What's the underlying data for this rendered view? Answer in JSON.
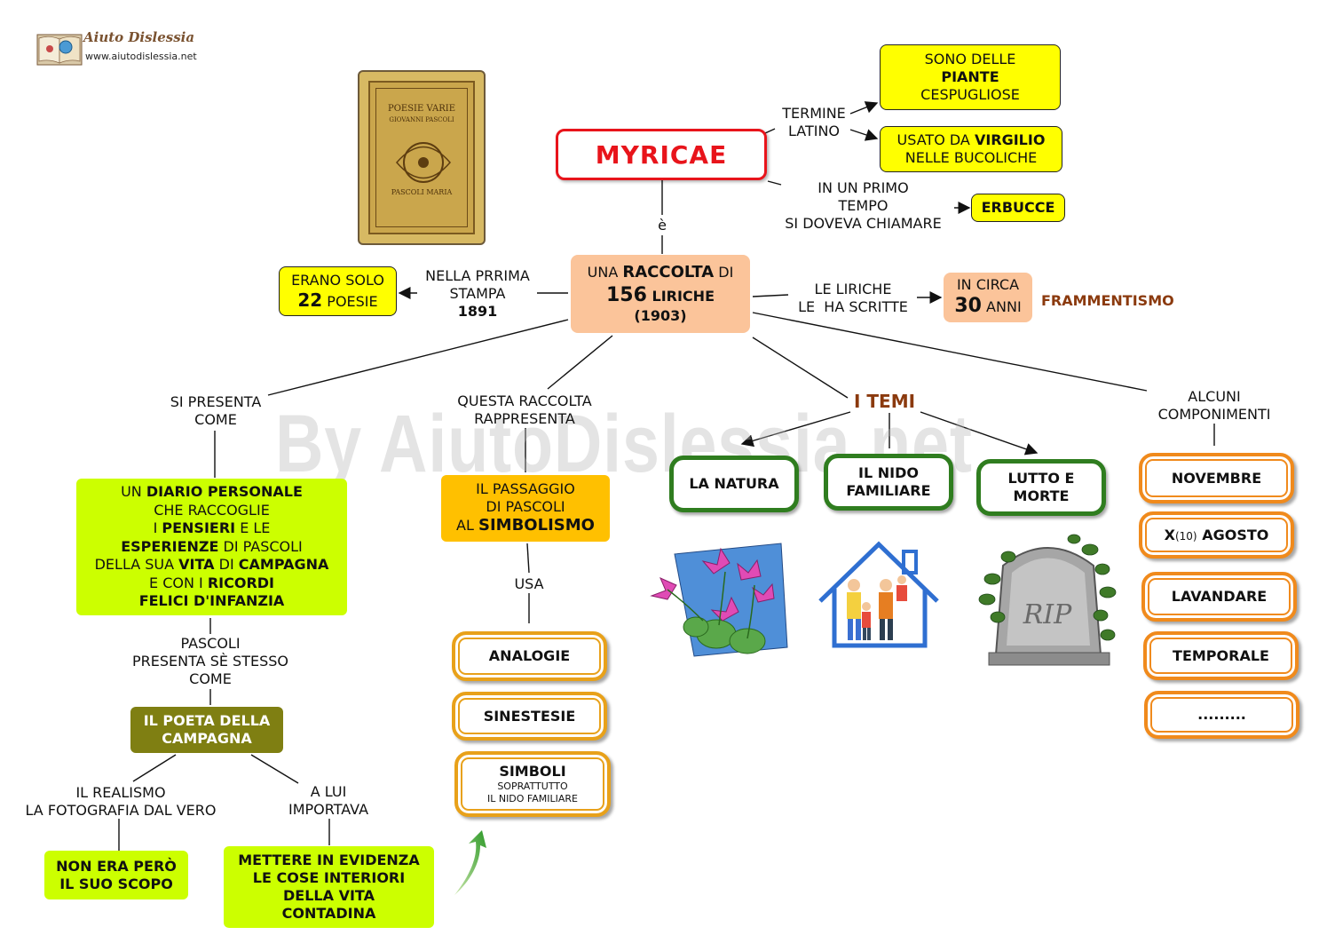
{
  "logo": {
    "brand": "Aiuto Dislessia",
    "url": "www.aiutodislessia.net"
  },
  "watermark": "By AiutoDislessia.net",
  "book_cover": {
    "title_line1": "POESIE VARIE",
    "title_line2": "GIOVANNI PASCOLI",
    "title_line3": "PASCOLI MARIA"
  },
  "title": "MYRICAE",
  "termine_latino": {
    "label_line1": "TERMINE",
    "label_line2": "LATINO"
  },
  "piante": {
    "line1": "SONO DELLE",
    "line2": "PIANTE",
    "line3": "CESPUGLIOSE"
  },
  "virgilio": {
    "pre": "USATO DA ",
    "bold": "VIRGILIO",
    "line2": "NELLE BUCOLICHE"
  },
  "primo_tempo": {
    "line1": "IN UN PRIMO",
    "line2": "TEMPO",
    "line3": "SI DOVEVA CHIAMARE"
  },
  "erbucce": "ERBUCCE",
  "e_label": "è",
  "raccolta": {
    "pre": "UNA ",
    "bold": "RACCOLTA",
    "post": " DI",
    "number": "156",
    "liriche": " LIRICHE",
    "year": "(1903)"
  },
  "prima_stampa": {
    "line1": "NELLA PRRIMA",
    "line2": "STAMPA",
    "line3": "1891"
  },
  "erano_solo": {
    "line1": "ERANO SOLO",
    "number": "22",
    "word": " POESIE"
  },
  "le_liriche": {
    "line1": "LE LIRICHE",
    "line2": "LE  HA SCRITTE"
  },
  "in_circa": {
    "line1": "IN CIRCA",
    "number": "30",
    "word": " ANNI"
  },
  "frammentismo": "FRAMMENTISMO",
  "si_presenta": {
    "line1": "SI PRESENTA",
    "line2": "COME"
  },
  "diario": {
    "l1_pre": "UN ",
    "l1_bold": "DIARIO PERSONALE",
    "l2": "CHE RACCOGLIE",
    "l3_pre": "I ",
    "l3_bold": "PENSIERI",
    "l3_post": " E LE",
    "l4_bold": "ESPERIENZE",
    "l4_post": " DI PASCOLI",
    "l5_pre": "DELLA SUA ",
    "l5_b1": "VITA",
    "l5_mid": " DI ",
    "l5_b2": "CAMPAGNA",
    "l6_pre": "E CON I ",
    "l6_bold": "RICORDI",
    "l7_bold": "FELICI D'INFANZIA"
  },
  "pascoli_presenta": {
    "line1": "PASCOLI",
    "line2": "PRESENTA SÈ STESSO",
    "line3": "COME"
  },
  "poeta_campagna": {
    "line1": "IL POETA DELLA",
    "line2": "CAMPAGNA"
  },
  "realismo": {
    "line1": "IL REALISMO",
    "line2": "LA FOTOGRAFIA DAL VERO"
  },
  "a_lui": {
    "line1": "A LUI",
    "line2": "IMPORTAVA"
  },
  "non_era": {
    "line1": "NON ERA PERÒ",
    "line2": "IL SUO SCOPO"
  },
  "mettere": {
    "line1": "METTERE IN EVIDENZA",
    "line2": "LE COSE INTERIORI",
    "line3": "DELLA VITA",
    "line4": "CONTADINA"
  },
  "questa_raccolta": {
    "line1": "QUESTA RACCOLTA",
    "line2": "RAPPRESENTA"
  },
  "passaggio": {
    "line1": "IL PASSAGGIO",
    "line2": "DI PASCOLI",
    "l3_pre": "AL ",
    "l3_bold": "SIMBOLISMO"
  },
  "usa": "USA",
  "analogie": "ANALOGIE",
  "sinestesie": "SINESTESIE",
  "simboli": {
    "title": "SIMBOLI",
    "sub1": "SOPRATTUTTO",
    "sub2": "IL NIDO FAMILIARE"
  },
  "temi": {
    "title": "I TEMI",
    "natura": "LA NATURA",
    "nido_line1": "IL NIDO",
    "nido_line2": "FAMILIARE",
    "lutto_line1": "LUTTO E",
    "lutto_line2": "MORTE"
  },
  "tombstone_text": "RIP",
  "alcuni": {
    "line1": "ALCUNI",
    "line2": "COMPONIMENTI"
  },
  "componimenti": {
    "novembre": "NOVEMBRE",
    "agosto_x": "X",
    "agosto_num": "(10)",
    "agosto_word": " AGOSTO",
    "lavandare": "LAVANDARE",
    "temporale": "TEMPORALE",
    "dots": "........."
  },
  "colors": {
    "title_red": "#e8141b",
    "temi_brown": "#8b3a0e",
    "green_border": "#2f7d1f",
    "orange_border": "#f08a1c"
  }
}
